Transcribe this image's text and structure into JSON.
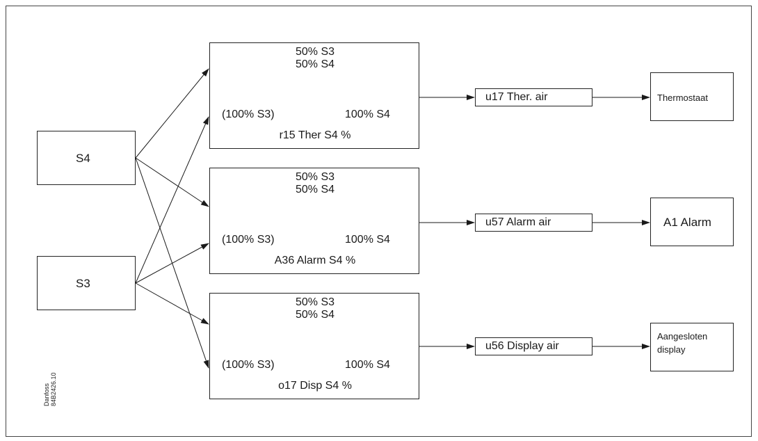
{
  "inputs": {
    "s4": "S4",
    "s3": "S3"
  },
  "mixers": [
    {
      "top1": "50% S3",
      "top2": "50% S4",
      "left": "(100% S3)",
      "right": "100% S4",
      "param": "r15 Ther S4 %"
    },
    {
      "top1": "50% S3",
      "top2": "50% S4",
      "left": "(100% S3)",
      "right": "100% S4",
      "param": "A36 Alarm S4 %"
    },
    {
      "top1": "50% S3",
      "top2": "50% S4",
      "left": "(100% S3)",
      "right": "100% S4",
      "param": "o17 Disp S4 %"
    }
  ],
  "outputs": [
    {
      "label": "u17 Ther. air"
    },
    {
      "label": "u57 Alarm air"
    },
    {
      "label": "u56 Display air"
    }
  ],
  "destinations": [
    {
      "label": "Thermostaat"
    },
    {
      "label": "A1 Alarm"
    },
    {
      "label": "Aangesloten display"
    }
  ],
  "credit": {
    "line1": "Danfoss",
    "line2": "84B2426.10"
  },
  "colors": {
    "line": "#1a1a1a",
    "background": "#ffffff"
  }
}
